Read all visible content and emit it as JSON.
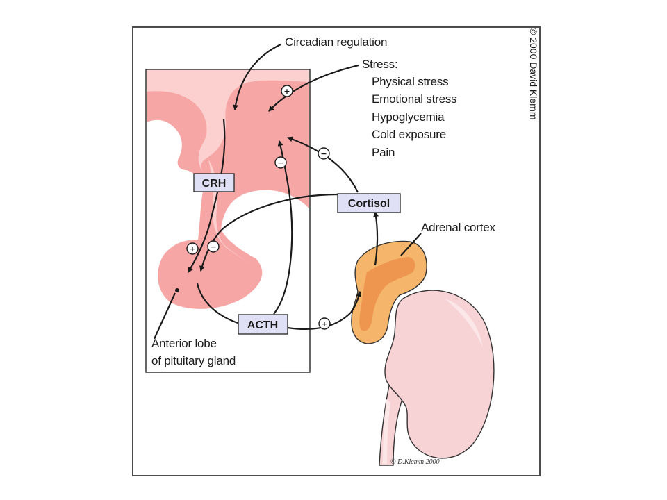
{
  "copyright": "© 2000 David Klemm",
  "signature": "© D.Klemm 2000",
  "labels": {
    "circadian": "Circadian regulation",
    "stress_title": "Stress:",
    "stress_items": [
      "Physical stress",
      "Emotional stress",
      "Hypoglycemia",
      "Cold exposure",
      "Pain"
    ],
    "adrenal_cortex": "Adrenal cortex",
    "pituitary_line1": "Anterior lobe",
    "pituitary_line2": "of pituitary gland"
  },
  "hormones": {
    "crh": "CRH",
    "cortisol": "Cortisol",
    "acth": "ACTH"
  },
  "signs": {
    "plus": "+",
    "minus": "−"
  },
  "colors": {
    "hypothalamus": "#f7a6a6",
    "hypothalamus_light": "#fbd0cf",
    "hormone_box": "#dfe0f5",
    "adrenal_outer": "#f5b56a",
    "adrenal_inner": "#ee9650",
    "kidney": "#f8d3d6"
  }
}
